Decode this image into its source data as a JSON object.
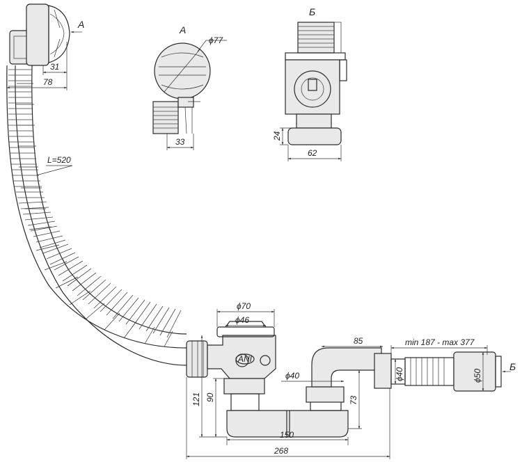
{
  "views": {
    "view_a_title": "А",
    "view_b_title": "Б",
    "arrow_a_label": "А",
    "arrow_b_label": "Б"
  },
  "dimensions": {
    "d31": "31",
    "d78": "78",
    "length": "L=520",
    "d77": "ϕ77",
    "d33": "33",
    "d24": "24",
    "d62": "62",
    "d70": "ϕ70",
    "d46": "ϕ46",
    "d85": "85",
    "range": "min 187 - max 377",
    "d40a": "ϕ40",
    "d40b": "ϕ40",
    "d50": "ϕ50",
    "d121": "121",
    "d90": "90",
    "d73": "73",
    "d150": "150",
    "d268": "268"
  },
  "logo_text": "ANI"
}
